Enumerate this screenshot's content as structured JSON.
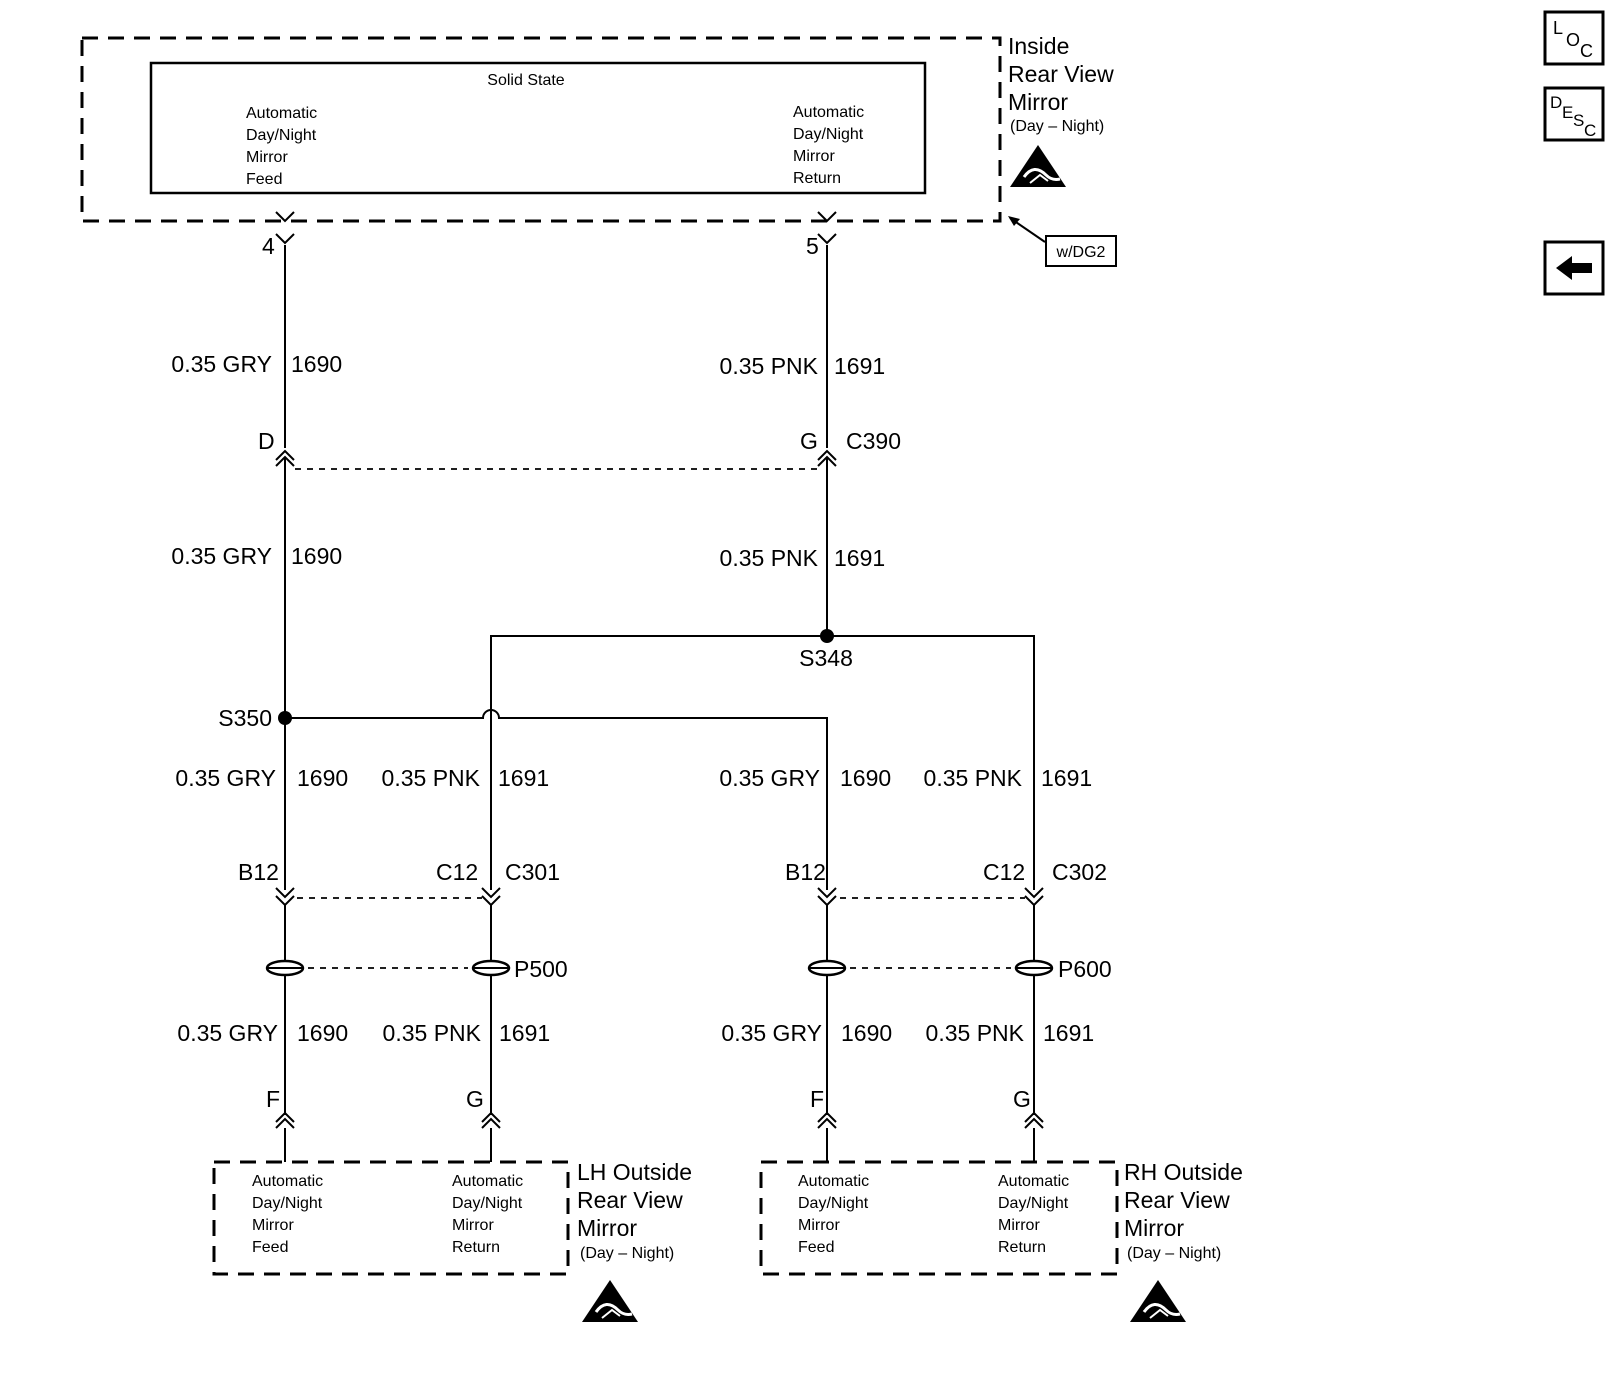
{
  "inside_mirror": {
    "title_lines": [
      "Inside",
      "Rear View",
      "Mirror"
    ],
    "subtitle": "(Day – Night)",
    "module_label": "Solid State",
    "feed_lines": [
      "Automatic",
      "Day/Night",
      "Mirror",
      "Feed"
    ],
    "return_lines": [
      "Automatic",
      "Day/Night",
      "Mirror",
      "Return"
    ],
    "option_tag": "w/DG2",
    "pin_feed": "4",
    "pin_return": "5"
  },
  "wires": {
    "gry_top": {
      "spec": "0.35 GRY",
      "circuit": "1690"
    },
    "pnk_top": {
      "spec": "0.35 PNK",
      "circuit": "1691"
    },
    "gry_mid": {
      "spec": "0.35 GRY",
      "circuit": "1690"
    },
    "pnk_mid": {
      "spec": "0.35 PNK",
      "circuit": "1691"
    },
    "lh_gry_upper": {
      "spec": "0.35 GRY",
      "circuit": "1690"
    },
    "lh_pnk_upper": {
      "spec": "0.35 PNK",
      "circuit": "1691"
    },
    "rh_gry_upper": {
      "spec": "0.35 GRY",
      "circuit": "1690"
    },
    "rh_pnk_upper": {
      "spec": "0.35 PNK",
      "circuit": "1691"
    },
    "lh_gry_lower": {
      "spec": "0.35 GRY",
      "circuit": "1690"
    },
    "lh_pnk_lower": {
      "spec": "0.35 PNK",
      "circuit": "1691"
    },
    "rh_gry_lower": {
      "spec": "0.35 GRY",
      "circuit": "1690"
    },
    "rh_pnk_lower": {
      "spec": "0.35 PNK",
      "circuit": "1691"
    }
  },
  "connectors": {
    "c390": {
      "name": "C390",
      "pin_gry": "D",
      "pin_pnk": "G"
    },
    "c301": {
      "name": "C301",
      "pin_gry": "B12",
      "pin_pnk": "C12"
    },
    "c302": {
      "name": "C302",
      "pin_gry": "B12",
      "pin_pnk": "C12"
    },
    "p500": {
      "name": "P500"
    },
    "p600": {
      "name": "P600"
    },
    "lh_mirror_pins": {
      "feed": "F",
      "return": "G"
    },
    "rh_mirror_pins": {
      "feed": "F",
      "return": "G"
    }
  },
  "splices": {
    "s350": "S350",
    "s348": "S348"
  },
  "lh_mirror": {
    "title_lines": [
      "LH Outside",
      "Rear View",
      "Mirror"
    ],
    "subtitle": "(Day – Night)",
    "feed_lines": [
      "Automatic",
      "Day/Night",
      "Mirror",
      "Feed"
    ],
    "return_lines": [
      "Automatic",
      "Day/Night",
      "Mirror",
      "Return"
    ]
  },
  "rh_mirror": {
    "title_lines": [
      "RH Outside",
      "Rear View",
      "Mirror"
    ],
    "subtitle": "(Day – Night)",
    "feed_lines": [
      "Automatic",
      "Day/Night",
      "Mirror",
      "Feed"
    ],
    "return_lines": [
      "Automatic",
      "Day/Night",
      "Mirror",
      "Return"
    ]
  },
  "side_buttons": {
    "loc": {
      "big": "L",
      "mid": "O",
      "small": "C"
    },
    "desc": {
      "big": "D",
      "mid": "E",
      "small": "S",
      "tail": "C"
    }
  }
}
